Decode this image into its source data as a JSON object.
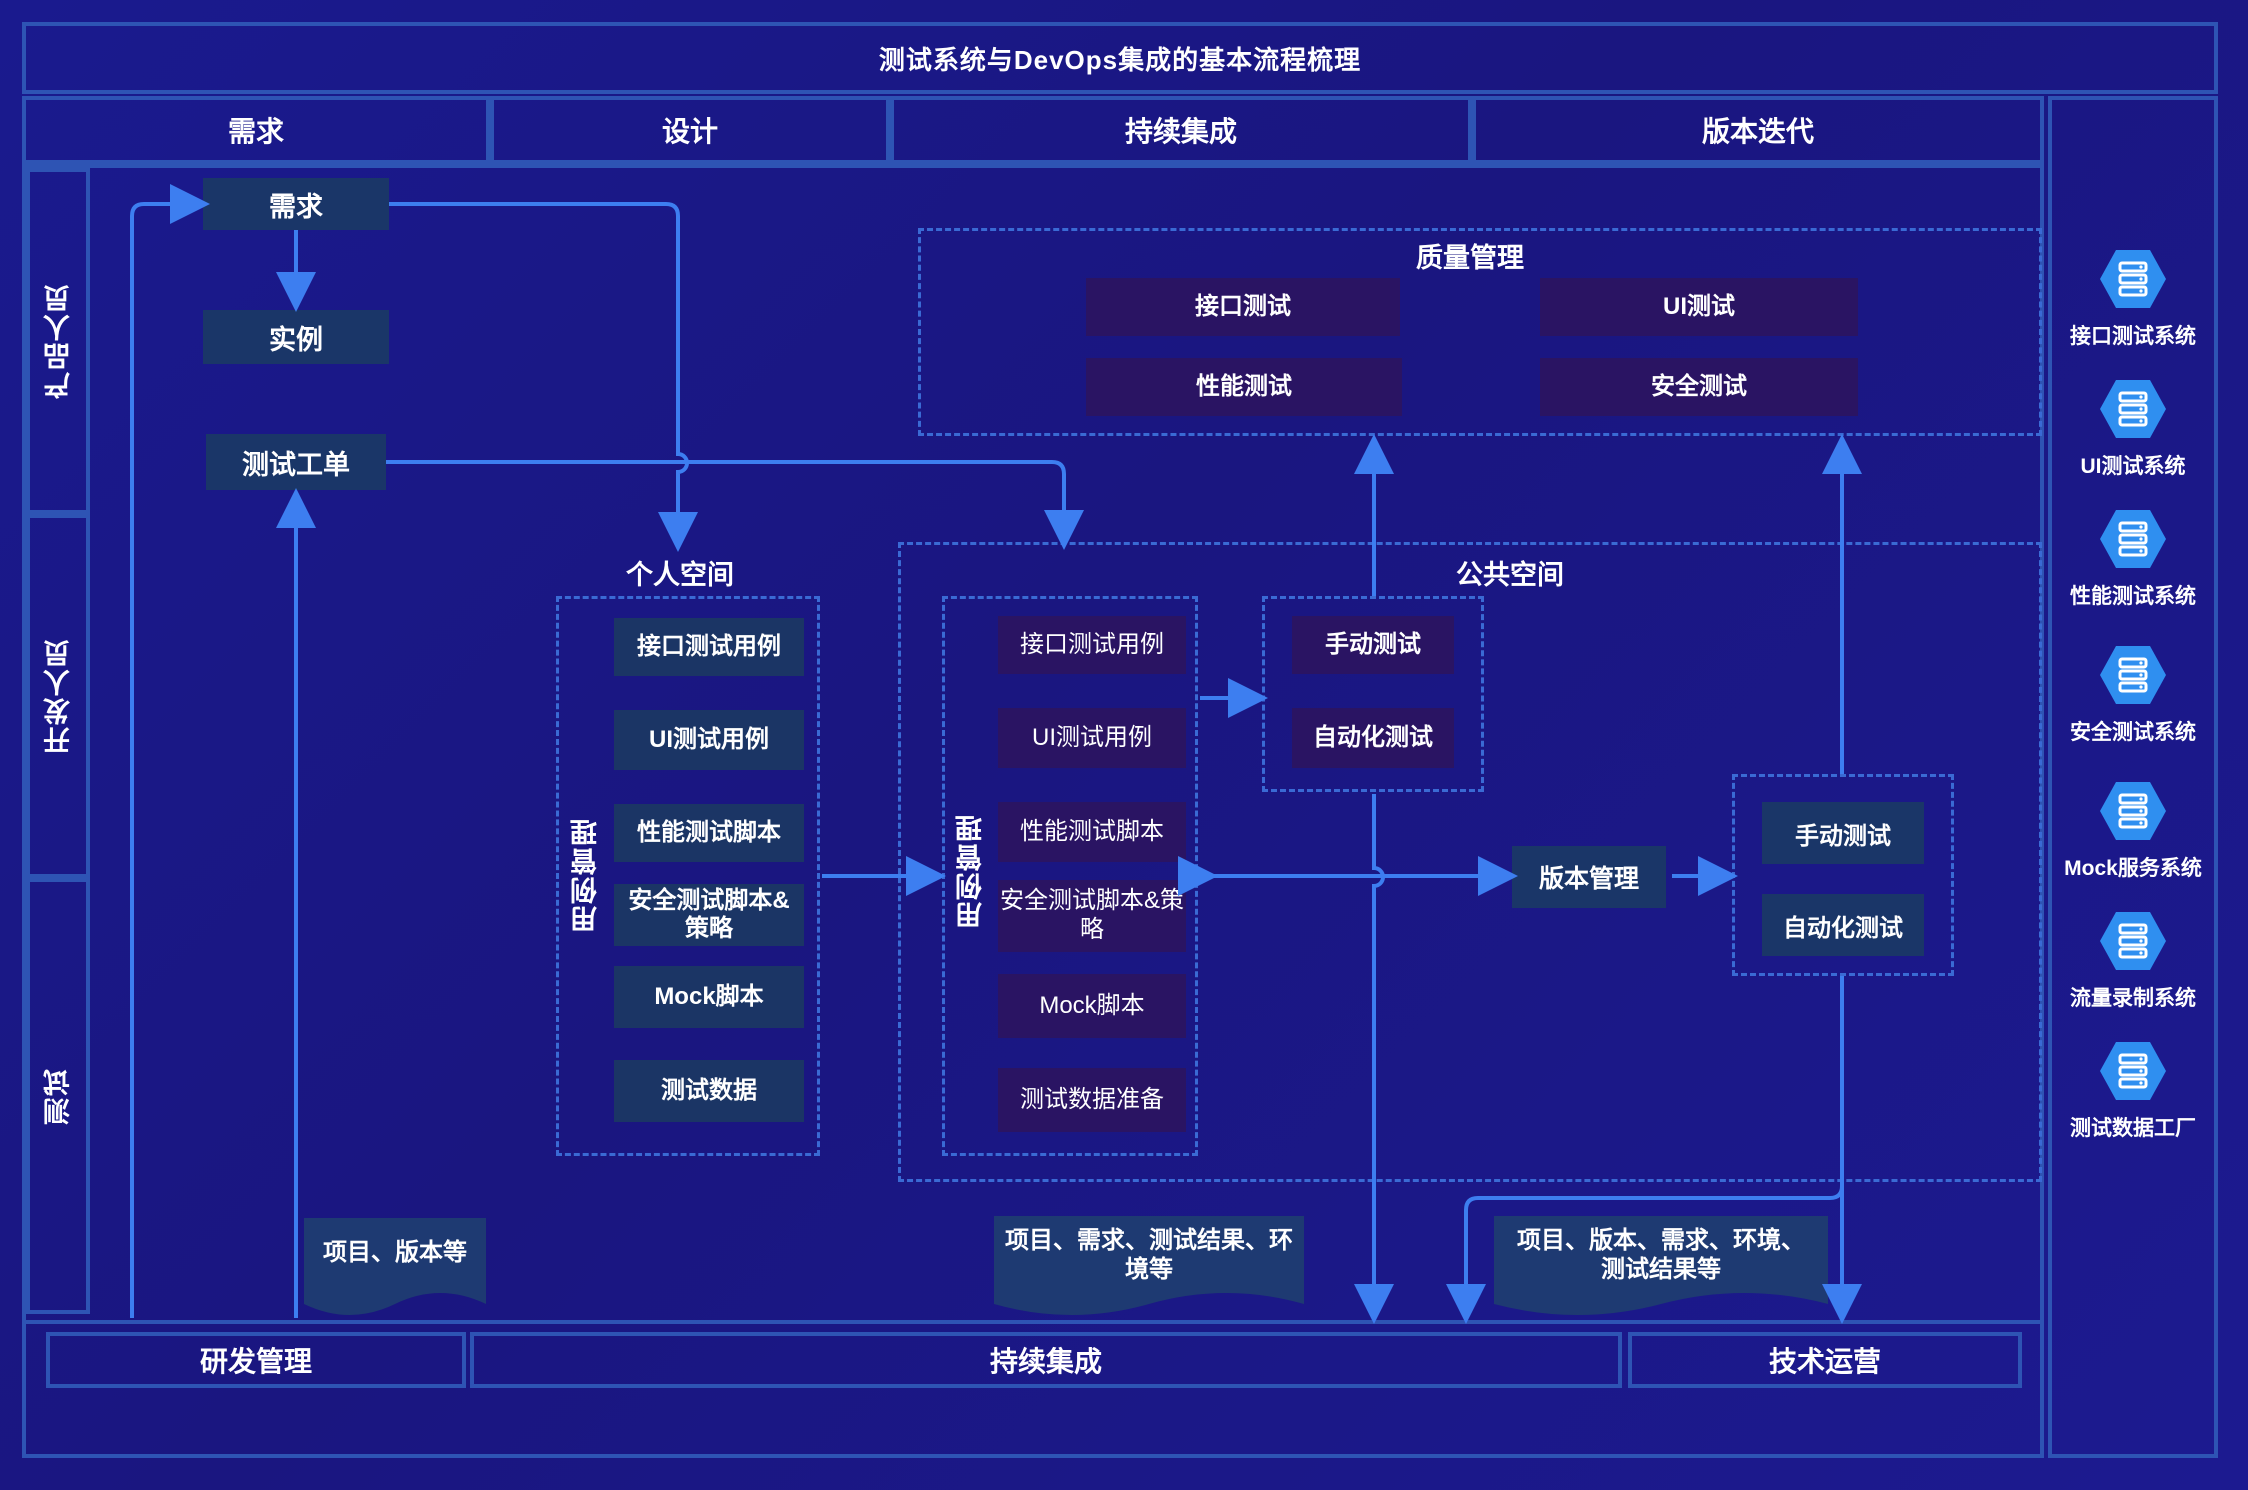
{
  "title": "测试系统与DevOps集成的基本流程梳理",
  "columns": [
    "需求",
    "设计",
    "持续集成",
    "版本迭代"
  ],
  "rows": [
    "产品人员",
    "开发人员",
    "测试"
  ],
  "req": {
    "demand": "需求",
    "example": "实例",
    "ticket": "测试工单"
  },
  "quality": {
    "title": "质量管理",
    "items": [
      "接口测试",
      "UI测试",
      "性能测试",
      "安全测试"
    ]
  },
  "personal": {
    "title": "个人空间",
    "side": "用例管理",
    "items": [
      "接口测试用例",
      "UI测试用例",
      "性能测试脚本",
      "安全测试脚本&策略",
      "Mock脚本",
      "测试数据"
    ]
  },
  "public": {
    "title": "公共空间",
    "side": "用例管理",
    "items": [
      "接口测试用例",
      "UI测试用例",
      "性能测试脚本",
      "安全测试脚本&策略",
      "Mock脚本",
      "测试数据准备"
    ],
    "exec": [
      "手动测试",
      "自动化测试"
    ],
    "version": "版本管理",
    "exec2": [
      "手动测试",
      "自动化测试"
    ]
  },
  "notes": [
    "项目、版本等",
    "项目、需求、测试结果、环境等",
    "项目、版本、需求、环境、测试结果等"
  ],
  "bottom": [
    "研发管理",
    "持续集成",
    "技术运营"
  ],
  "systems": [
    "接口测试系统",
    "UI测试系统",
    "性能测试系统",
    "安全测试系统",
    "Mock服务系统",
    "流量录制系统",
    "测试数据工厂"
  ],
  "colors": {
    "background": "#1a1a8e",
    "frame": "#2e54b4",
    "arrow": "#3d7ef0",
    "dark_box": "#1a3668",
    "purple_box": "#2a1463"
  }
}
